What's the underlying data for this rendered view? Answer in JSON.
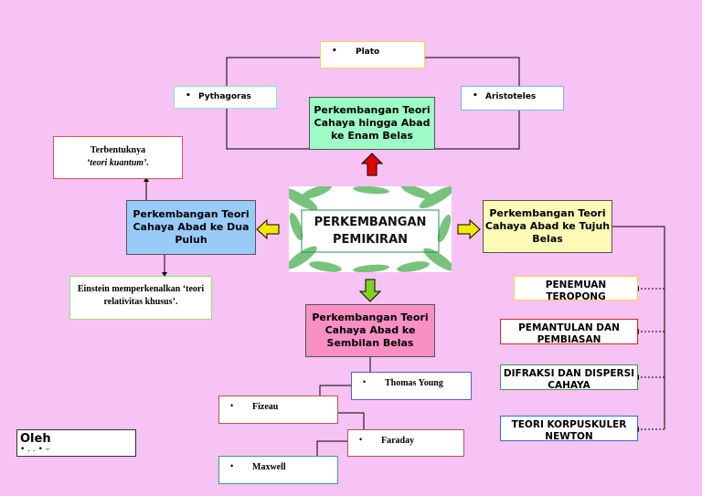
{
  "center": {
    "title": "PERKEMBANGAN PEMIKIRAN TENTANG"
  },
  "topics": {
    "top": "Perkembangan Teori Cahaya hingga Abad ke Enam Belas",
    "left": "Perkembangan Teori Cahaya Abad ke Dua Puluh",
    "right": "Perkembangan Teori Cahaya Abad ke Tujuh Belas",
    "bottom": "Perkembangan Teori Cahaya Abad ke Sembilan Belas"
  },
  "ancient": {
    "plato": "Plato",
    "pythagoras": "Pythagoras",
    "aristoteles": "Aristoteles"
  },
  "modern": {
    "quantum_prefix": "Terbentuknya",
    "quantum_italic": "‘teori kuantum’.",
    "einstein": "Einstein memperkenalkan ‘teori relativitas khusus’."
  },
  "seventeenth": {
    "items": [
      "PENEMUAN TEROPONG",
      "PEMANTULAN DAN PEMBIASAN",
      "DIFRAKSI DAN DISPERSI CAHAYA",
      "TEORI KORPUSKULER NEWTON"
    ]
  },
  "nineteenth": {
    "young": "Thomas Young",
    "fizeau": "Fizeau",
    "faraday": "Faraday",
    "maxwell": "Maxwell"
  },
  "author": {
    "label": "Oleh",
    "name": "•   .   .   •   –"
  },
  "colors": {
    "background": "#f7c2f4",
    "top_topic": "#9dfbc6",
    "left_topic": "#98cbf8",
    "right_topic": "#fdfbb6",
    "bottom_topic": "#f890c4",
    "arrow_up": "#e60000",
    "arrow_side": "#f5e800",
    "arrow_down": "#7ed321"
  }
}
